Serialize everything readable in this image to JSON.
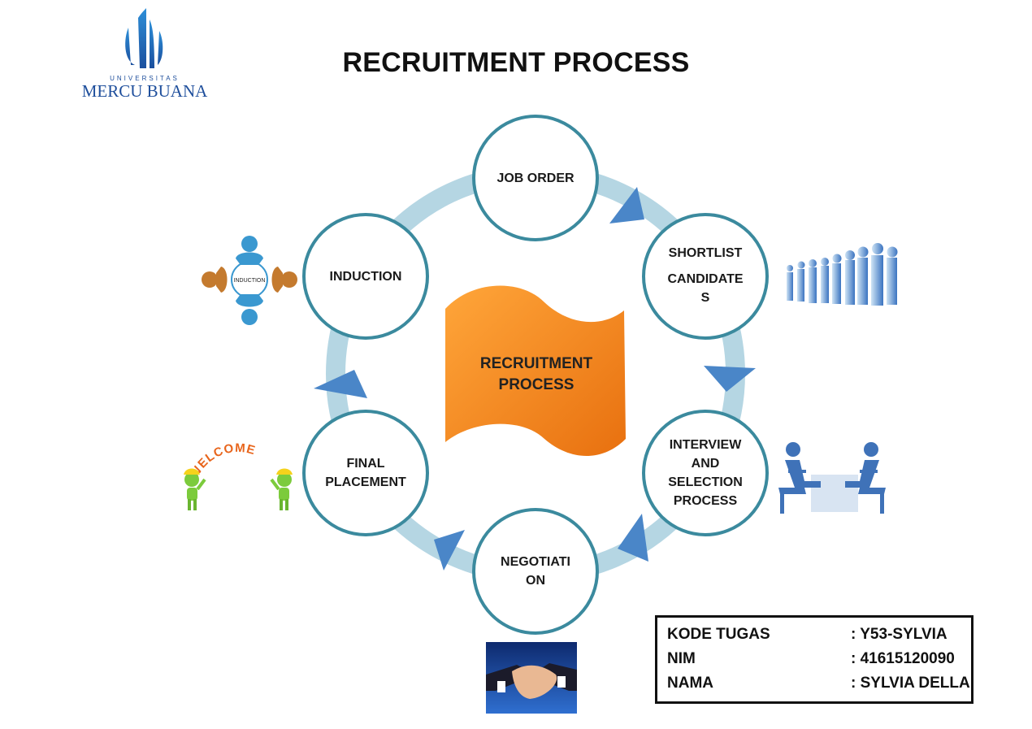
{
  "title": "RECRUITMENT PROCESS",
  "logo": {
    "subtitle": "UNIVERSITAS",
    "name": "MERCU BUANA",
    "color": "#1f4f9c"
  },
  "center": {
    "label_line1": "RECRUITMENT",
    "label_line2": "PROCESS",
    "color": "#f28a1e"
  },
  "steps": [
    {
      "label": "JOB ORDER"
    },
    {
      "label": "SHORTLIST CANDIDATES",
      "line1": "SHORTLIST",
      "line2": "CANDIDATE",
      "line3": "S"
    },
    {
      "label": "INTERVIEW AND SELECTION PROCESS",
      "line1": "INTERVIEW",
      "line2": "AND",
      "line3": "SELECTION",
      "line4": "PROCESS"
    },
    {
      "label": "NEGOTIATION",
      "line1": "NEGOTIATI",
      "line2": "ON"
    },
    {
      "label": "FINAL PLACEMENT",
      "line1": "FINAL",
      "line2": "PLACEMENT"
    },
    {
      "label": "INDUCTION"
    }
  ],
  "illustrations": {
    "induction_badge": "INDUCTION",
    "welcome_sign": "WELCOME"
  },
  "info": {
    "rows": [
      {
        "key": "KODE TUGAS",
        "value": ": Y53-SYLVIA"
      },
      {
        "key": "NIM",
        "value": ": 41615120090"
      },
      {
        "key": "NAMA",
        "value": ": SYLVIA DELLA"
      }
    ]
  },
  "colors": {
    "ring": "#b5d6e3",
    "circle_border": "#3b8a9e",
    "arrow": "#4a86c8"
  },
  "icons": {
    "arrows": "triangle-arrow-icon",
    "shortlist": "crowd-icon",
    "interview": "interview-meeting-icon",
    "negotiation": "handshake-icon",
    "placement": "welcome-figures-icon",
    "induction": "team-circle-icon"
  }
}
